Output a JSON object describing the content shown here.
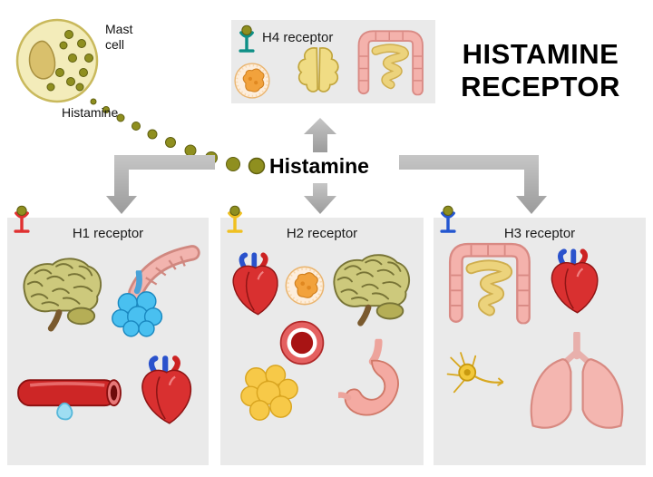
{
  "title": {
    "line1": "HISTAMINE",
    "line2": "RECEPTOR"
  },
  "mast_cell": {
    "label": "Mast cell",
    "particles_label": "Histamine"
  },
  "center": {
    "label": "Histamine"
  },
  "colors": {
    "background": "#ffffff",
    "panel_background": "#eaeaea",
    "arrow_gray": "#b0b0b0",
    "histamine_dot": "#8f8f1f",
    "h1_receptor": "#e03030",
    "h2_receptor": "#f0c020",
    "h3_receptor": "#2356d0",
    "h4_receptor": "#0e8f86"
  },
  "panels": [
    {
      "id": "h4",
      "label": "H4 receptor",
      "organs": [
        "white-blood-cell",
        "thymus-gland",
        "intestine"
      ]
    },
    {
      "id": "h1",
      "label": "H1 receptor",
      "organs": [
        "brain",
        "blood-vessel",
        "bronchioles",
        "artery",
        "heart"
      ]
    },
    {
      "id": "h2",
      "label": "H2 receptor",
      "organs": [
        "heart",
        "white-blood-cell",
        "brain",
        "blood-vessel-cross-section",
        "fat-cells",
        "stomach"
      ]
    },
    {
      "id": "h3",
      "label": "H3 receptor",
      "organs": [
        "intestine",
        "heart",
        "neuron",
        "lungs"
      ]
    }
  ]
}
